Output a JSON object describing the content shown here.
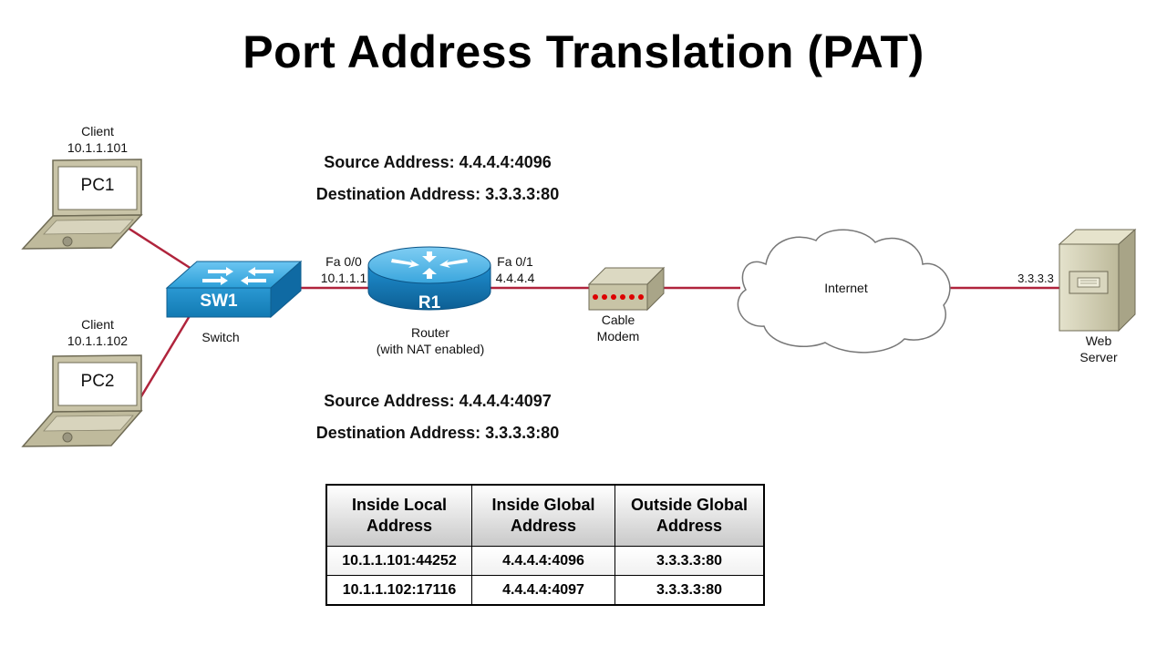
{
  "title": "Port Address Translation (PAT)",
  "devices": {
    "pc1": {
      "role": "Client",
      "ip": "10.1.1.101",
      "name": "PC1"
    },
    "pc2": {
      "role": "Client",
      "ip": "10.1.1.102",
      "name": "PC2"
    },
    "switch": {
      "name": "SW1",
      "label": "Switch"
    },
    "router": {
      "name": "R1",
      "label_line1": "Router",
      "label_line2": "(with NAT enabled)",
      "if_inside": "Fa 0/0",
      "ip_inside": "10.1.1.1",
      "if_outside": "Fa 0/1",
      "ip_outside": "4.4.4.4"
    },
    "modem": {
      "label_line1": "Cable",
      "label_line2": "Modem"
    },
    "internet": {
      "label": "Internet"
    },
    "server": {
      "ip": "3.3.3.3",
      "label_line1": "Web",
      "label_line2": "Server"
    }
  },
  "packets": {
    "top": {
      "source": "Source Address: 4.4.4.4:4096",
      "destination": "Destination Address: 3.3.3.3:80"
    },
    "bottom": {
      "source": "Source Address: 4.4.4.4:4097",
      "destination": "Destination Address: 3.3.3.3:80"
    }
  },
  "nat_table": {
    "headers": [
      {
        "line1": "Inside Local",
        "line2": "Address"
      },
      {
        "line1": "Inside Global",
        "line2": "Address"
      },
      {
        "line1": "Outside Global",
        "line2": "Address"
      }
    ],
    "rows": [
      [
        "10.1.1.101:44252",
        "4.4.4.4:4096",
        "3.3.3.3:80"
      ],
      [
        "10.1.1.102:17116",
        "4.4.4.4:4097",
        "3.3.3.3:80"
      ]
    ]
  },
  "colors": {
    "link": "#b0243c",
    "device_blue": "#1f8fcf",
    "device_dark_blue": "#0f5d8e",
    "laptop_tan": "#c9c4a8",
    "modem_led": "#dd0000"
  }
}
